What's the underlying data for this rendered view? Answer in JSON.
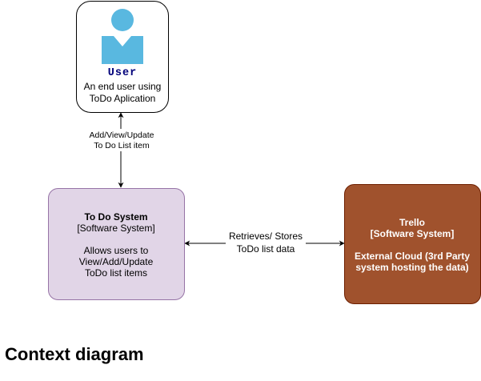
{
  "colors": {
    "user_box_fill": "#ffffff",
    "user_icon": "#59b8e0",
    "todo_box_fill": "#e1d5e7",
    "todo_box_stroke": "#9673a6",
    "trello_box_fill": "#a0522d",
    "trello_box_stroke": "#6d1f00",
    "trello_text": "#ffffff",
    "user_name_color": "#00007a",
    "line": "#000000"
  },
  "user": {
    "icon": "person-icon",
    "name": "User",
    "desc_line1": "An end user using",
    "desc_line2": "ToDo Aplication"
  },
  "todo_system": {
    "title": "To Do System",
    "type": "[Software System]",
    "desc_line1": "Allows users to",
    "desc_line2": "View/Add/Update",
    "desc_line3": "ToDo list items"
  },
  "trello": {
    "title": "Trello",
    "type": "[Software System]",
    "desc_line1": "External Cloud (3rd Party",
    "desc_line2": "system hosting the data)"
  },
  "edges": {
    "user_todo_line1": "Add/View/Update",
    "user_todo_line2": "To Do List item",
    "todo_trello_line1": "Retrieves/ Stores",
    "todo_trello_line2": "ToDo list data"
  },
  "caption": "Context diagram"
}
